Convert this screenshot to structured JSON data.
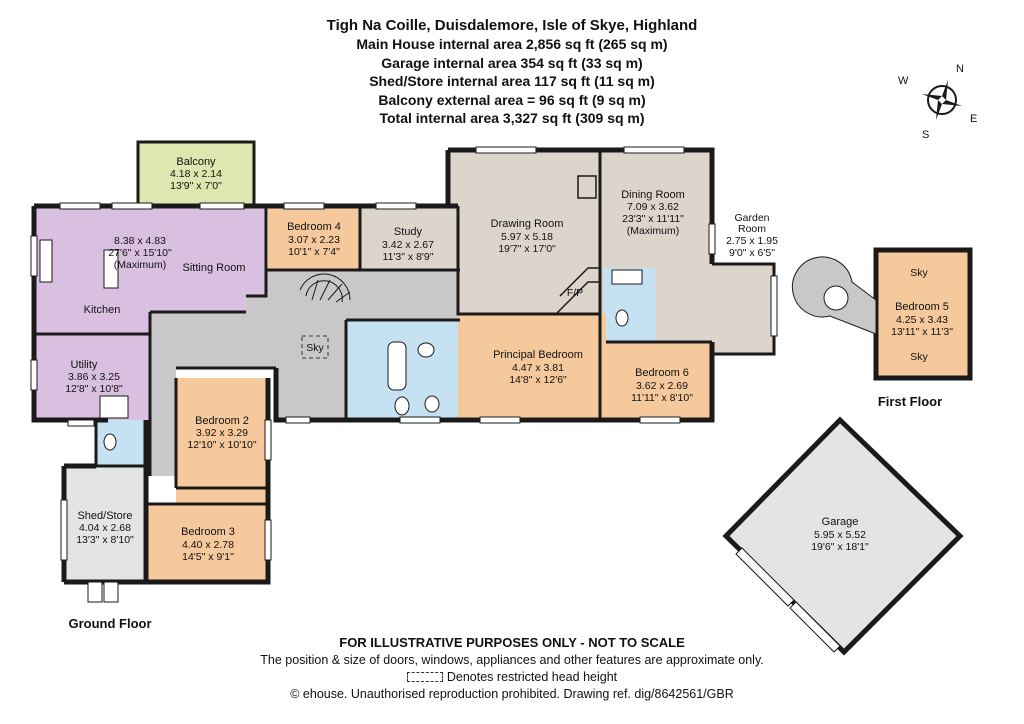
{
  "header": {
    "title": "Tigh Na Coille, Duisdalemore, Isle of Skye, Highland",
    "areas": [
      "Main House internal area 2,856 sq ft (265 sq m)",
      "Garage internal area 354 sq ft (33 sq m)",
      "Shed/Store internal area 117 sq ft (11 sq m)",
      "Balcony external area = 96 sq ft (9 sq m)",
      "Total internal area 3,327 sq ft (309 sq m)"
    ]
  },
  "compass": {
    "n": "N",
    "s": "S",
    "e": "E",
    "w": "W"
  },
  "colors": {
    "living": "#d9bfe0",
    "bedroom": "#f5c99c",
    "reception": "#ddd5cb",
    "wet": "#c6e1f2",
    "hall": "#c8c8c8",
    "balcony": "#dde8b0",
    "outbuilding": "#e4e4e4",
    "wall": "#1a1a1a"
  },
  "rooms": {
    "balcony": {
      "name": "Balcony",
      "dims": [
        "4.18 x 2.14",
        "13'9\" x 7'0\""
      ]
    },
    "sitting": {
      "name": "Sitting Room",
      "dims": [
        "8.38 x 4.83",
        "27'6\" x 15'10\"",
        "(Maximum)"
      ]
    },
    "kitchen": {
      "name": "Kitchen"
    },
    "utility": {
      "name": "Utility",
      "dims": [
        "3.86 x 3.25",
        "12'8\" x 10'8\""
      ]
    },
    "bedroom4": {
      "name": "Bedroom 4",
      "dims": [
        "3.07 x 2.23",
        "10'1\" x 7'4\""
      ]
    },
    "study": {
      "name": "Study",
      "dims": [
        "3.42 x 2.67",
        "11'3\" x 8'9\""
      ]
    },
    "drawing": {
      "name": "Drawing Room",
      "dims": [
        "5.97 x 5.18",
        "19'7\" x 17'0\""
      ],
      "fp": "F/P"
    },
    "dining": {
      "name": "Dining Room",
      "dims": [
        "7.09 x 3.62",
        "23'3\" x 11'11\"",
        "(Maximum)"
      ]
    },
    "garden": {
      "name": "Garden",
      "name2": "Room",
      "dims": [
        "2.75 x 1.95",
        "9'0\" x 6'5\""
      ]
    },
    "principal": {
      "name": "Principal Bedroom",
      "dims": [
        "4.47 x 3.81",
        "14'8\" x 12'6\""
      ]
    },
    "bedroom6": {
      "name": "Bedroom 6",
      "dims": [
        "3.62 x 2.69",
        "11'11\" x 8'10\""
      ]
    },
    "bedroom2": {
      "name": "Bedroom 2",
      "dims": [
        "3.92 x 3.29",
        "12'10\" x 10'10\""
      ]
    },
    "bedroom3": {
      "name": "Bedroom 3",
      "dims": [
        "4.40 x 2.78",
        "14'5\" x 9'1\""
      ]
    },
    "shed": {
      "name": "Shed/Store",
      "dims": [
        "4.04 x 2.68",
        "13'3\" x 8'10\""
      ]
    },
    "bedroom5": {
      "name": "Bedroom 5",
      "dims": [
        "4.25 x 3.43",
        "13'11\" x 11'3\""
      ]
    },
    "garage": {
      "name": "Garage",
      "dims": [
        "5.95 x 5.52",
        "19'6\" x 18'1\""
      ]
    }
  },
  "sky_label": "Sky",
  "floors": {
    "ground": "Ground Floor",
    "first": "First Floor"
  },
  "footer": {
    "disclaimer": "FOR ILLUSTRATIVE PURPOSES ONLY - NOT TO SCALE",
    "note": "The position & size of doors, windows, appliances and other features are approximate only.",
    "legend": "Denotes restricted head height",
    "copyright": "© ehouse. Unauthorised reproduction prohibited. Drawing ref. dig/8642561/GBR"
  }
}
